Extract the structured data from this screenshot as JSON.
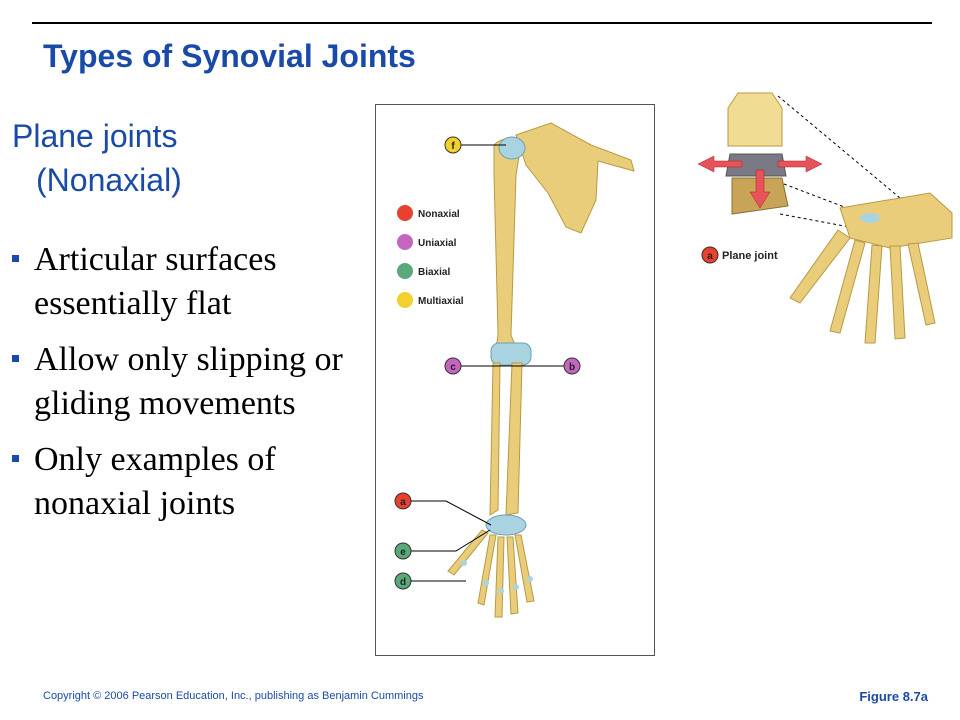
{
  "slide": {
    "title": "Types of Synovial Joints",
    "subtitle_line1": "Plane joints",
    "subtitle_line2": "(Nonaxial)",
    "bullets": [
      "Articular surfaces essentially flat",
      "Allow only slipping or gliding movements",
      "Only examples of nonaxial joints"
    ]
  },
  "figure": {
    "legend": [
      {
        "label": "Nonaxial",
        "color": "#e8412f"
      },
      {
        "label": "Uniaxial",
        "color": "#c466c0"
      },
      {
        "label": "Biaxial",
        "color": "#5aa97a"
      },
      {
        "label": "Multiaxial",
        "color": "#f2d12e"
      }
    ],
    "markers": {
      "f": {
        "label": "f",
        "color": "#f2d12e"
      },
      "c": {
        "label": "c",
        "color": "#c466c0"
      },
      "b": {
        "label": "b",
        "color": "#c466c0"
      },
      "a": {
        "label": "a",
        "color": "#e8412f"
      },
      "e": {
        "label": "e",
        "color": "#5aa97a"
      },
      "d": {
        "label": "d",
        "color": "#5aa97a"
      }
    },
    "inset": {
      "marker_letter": "a",
      "label": "Plane joint"
    },
    "bone_color": "#e9cd7a",
    "cartilage_color": "#a9d3e0"
  },
  "footer": {
    "copyright": "Copyright © 2006 Pearson Education, Inc., publishing as Benjamin Cummings",
    "figure_ref": "Figure 8.7a"
  }
}
